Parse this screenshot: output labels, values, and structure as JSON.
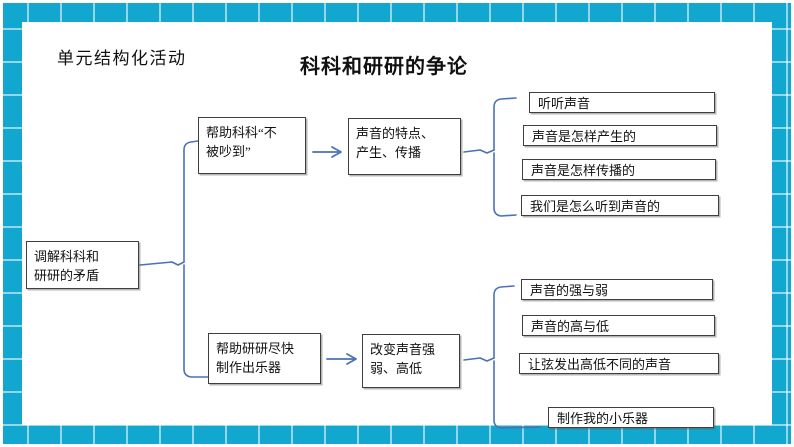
{
  "slide": {
    "subtitle": "单元结构化活动",
    "title": "科科和研研的争论",
    "colors": {
      "frame": "#12a7ce",
      "connector": "#4a72b8",
      "box_border": "#3f3f3f",
      "canvas": "#ffffff"
    }
  },
  "diagram": {
    "root": {
      "line1": "调解科科和",
      "line2": "研研的矛盾"
    },
    "branches": [
      {
        "id": "top",
        "label": {
          "line1": "帮助科科“不",
          "line2": "被吵到”"
        },
        "topic": {
          "line1": "声音的特点、",
          "line2": "产生、传播"
        },
        "leaves": [
          "听听声音",
          "声音是怎样产生的",
          "声音是怎样传播的",
          "我们是怎么听到声音的"
        ]
      },
      {
        "id": "bottom",
        "label": {
          "line1": "帮助研研尽快",
          "line2": "制作出乐器"
        },
        "topic": {
          "line1": "改变声音强",
          "line2": "弱、高低"
        },
        "leaves": [
          "声音的强与弱",
          "声音的高与低",
          "让弦发出高低不同的声音",
          "制作我的小乐器"
        ]
      }
    ]
  }
}
